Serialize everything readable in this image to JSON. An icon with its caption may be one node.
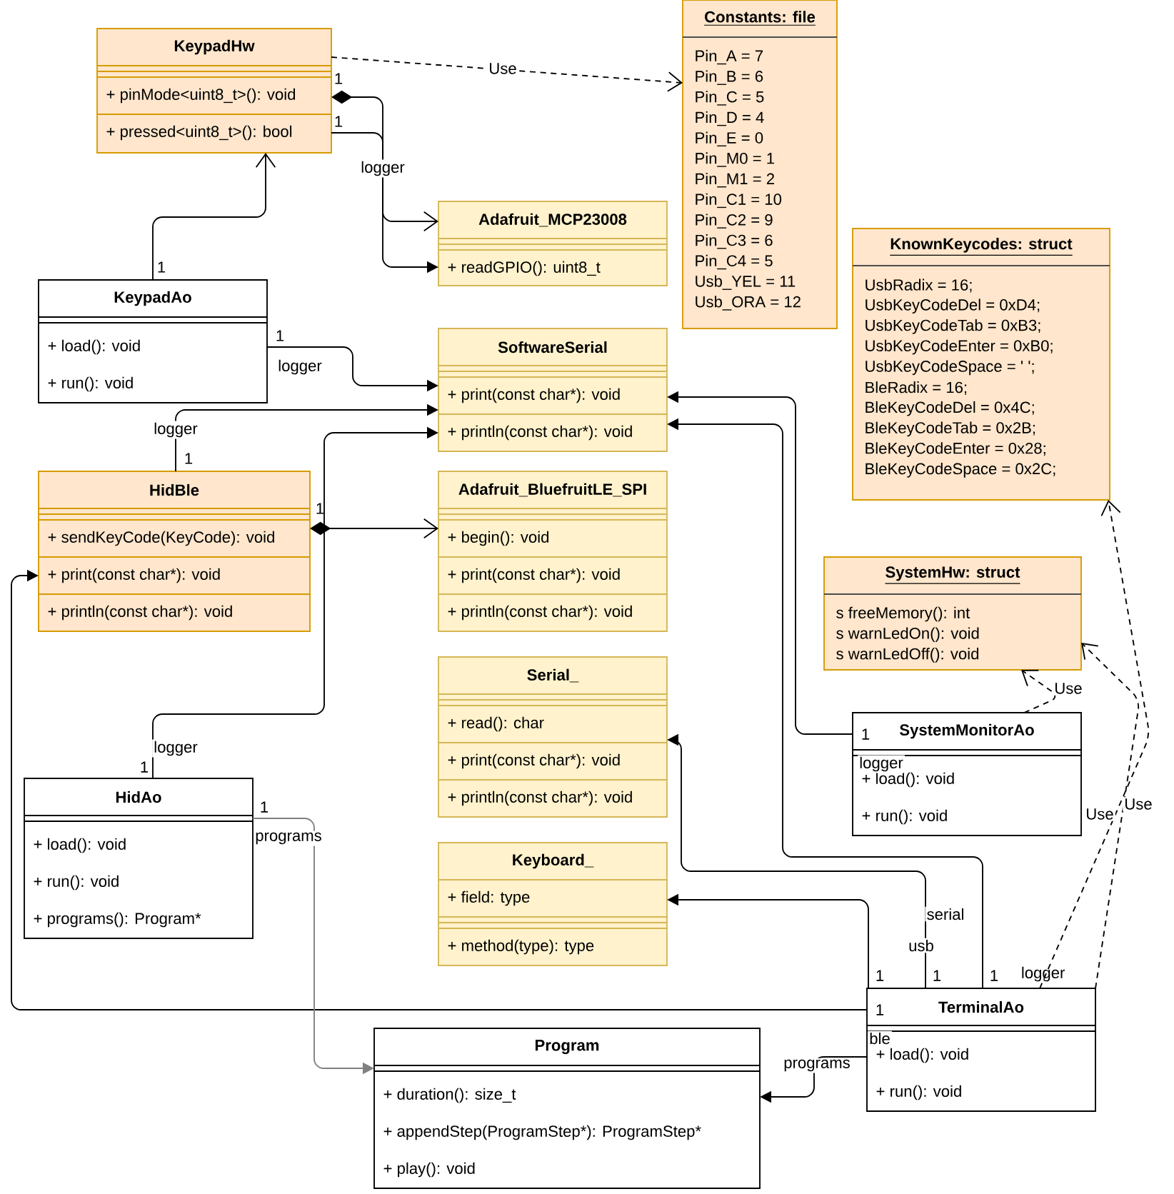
{
  "diagram": {
    "nodes": [
      {
        "text": [
          "KeypadHw",
          "+ pinMode<uint8_t>(): void",
          "+ pressed<uint8_t>(): bool"
        ]
      },
      {
        "text": [
          "Constants: file",
          "Pin_A = 7",
          "Pin_B = 6",
          "Pin_C = 5",
          "Pin_D = 4",
          "Pin_E = 0",
          "Pin_M0 = 1",
          "Pin_M1 = 2",
          "Pin_C1 = 10",
          "Pin_C2 = 9",
          "Pin_C3 = 6",
          "Pin_C4 = 5",
          "Usb_YEL = 11",
          "Usb_ORA = 12"
        ]
      },
      {
        "text": [
          "Adafruit_MCP23008",
          "+ readGPIO(): uint8_t"
        ]
      },
      {
        "text": [
          "KnownKeycodes: struct",
          "UsbRadix = 16;",
          "UsbKeyCodeDel = 0xD4;",
          "UsbKeyCodeTab = 0xB3;",
          "UsbKeyCodeEnter = 0xB0;",
          "UsbKeyCodeSpace = ' ';",
          "BleRadix = 16;",
          "BleKeyCodeDel = 0x4C;",
          "BleKeyCodeTab = 0x2B;",
          "BleKeyCodeEnter = 0x28;",
          "BleKeyCodeSpace = 0x2C;"
        ]
      },
      {
        "text": [
          "KeypadAo",
          "+ load(): void",
          "+ run(): void"
        ]
      },
      {
        "text": [
          "SoftwareSerial",
          "+ print(const char*): void",
          "+ println(const char*): void"
        ]
      },
      {
        "text": [
          "HidBle",
          "+ sendKeyCode(KeyCode): void",
          "+ print(const char*): void",
          "+ println(const char*): void"
        ]
      },
      {
        "text": [
          "Adafruit_BluefruitLE_SPI",
          "+ begin(): void",
          "+ print(const char*): void",
          "+ println(const char*): void"
        ]
      },
      {
        "text": [
          "SystemHw: struct",
          "s freeMemory(): int",
          "s warnLedOn(): void",
          "s warnLedOff(): void"
        ]
      },
      {
        "text": [
          "Serial_",
          "+ read(): char",
          "+ print(const char*): void",
          "+ println(const char*): void"
        ]
      },
      {
        "text": [
          "SystemMonitorAo",
          "+ load(): void",
          "+ run(): void"
        ]
      },
      {
        "text": [
          "HidAo",
          "+ load(): void",
          "+ run(): void",
          "+ programs(): Program*"
        ]
      },
      {
        "text": [
          "Keyboard_",
          "+ field: type",
          "+ method(type): type"
        ]
      },
      {
        "text": [
          "TerminalAo",
          "+ load(): void",
          "+ run(): void"
        ]
      },
      {
        "text": [
          "Program",
          "+ duration(): size_t",
          "+ appendStep(ProgramStep*): ProgramStep*",
          "+ play(): void"
        ]
      }
    ],
    "edges": [
      {
        "from": 0,
        "to": 1,
        "arrow": "to",
        "label": "Use",
        "style": "dashed"
      },
      {
        "from": 0,
        "to": 2,
        "arrow": "to"
      },
      {
        "from": 0,
        "to": 2,
        "arrow": "to",
        "label": "logger"
      },
      {
        "from": 4,
        "to": 0,
        "arrow": "to"
      },
      {
        "from": 4,
        "to": 5,
        "arrow": "to",
        "label": "logger"
      },
      {
        "from": 6,
        "to": 5,
        "arrow": "to",
        "label": "logger"
      },
      {
        "from": 11,
        "to": 5,
        "arrow": "to",
        "label": "logger"
      },
      {
        "from": 6,
        "to": 7,
        "arrow": "to"
      },
      {
        "from": 10,
        "to": 5,
        "arrow": "to",
        "label": "logger"
      },
      {
        "from": 13,
        "to": 5,
        "arrow": "to",
        "label": "serial"
      },
      {
        "from": 13,
        "to": 9,
        "arrow": "to",
        "label": "usb"
      },
      {
        "from": 13,
        "to": 12,
        "arrow": "to"
      },
      {
        "from": 13,
        "to": 6,
        "arrow": "to",
        "label": "ble"
      },
      {
        "from": 13,
        "to": 14,
        "arrow": "to",
        "label": "programs"
      },
      {
        "from": 11,
        "to": 14,
        "arrow": "to",
        "label": "programs",
        "color": "#808080"
      },
      {
        "from": 10,
        "to": 8,
        "arrow": "to",
        "label": "Use",
        "style": "dashed"
      },
      {
        "from": 13,
        "to": 8,
        "arrow": "to",
        "label": "Use",
        "style": "dashed"
      },
      {
        "from": 13,
        "to": 3,
        "arrow": "to",
        "label": "Use",
        "style": "dashed"
      }
    ],
    "labels": [
      "1",
      "1",
      "1",
      "1",
      "1",
      "1",
      "1",
      "1",
      "1",
      "1",
      "1",
      "1",
      "logger",
      "1"
    ]
  }
}
